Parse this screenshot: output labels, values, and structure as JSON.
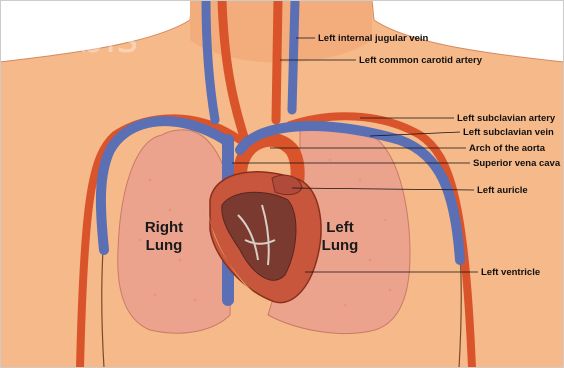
{
  "watermark": "corbis",
  "lungs": {
    "right": [
      "Right",
      "Lung"
    ],
    "left": [
      "Left",
      "Lung"
    ]
  },
  "labels": {
    "left_internal_jugular_vein": "Left internal jugular vein",
    "left_common_carotid_artery": "Left common carotid artery",
    "left_subclavian_artery": "Left subclavian artery",
    "left_subclavian_vein": "Left subclavian vein",
    "arch_of_aorta": "Arch of the aorta",
    "superior_vena_cava": "Superior vena cava",
    "left_auricle": "Left auricle",
    "left_ventricle": "Left ventricle"
  },
  "colors": {
    "skin": "#f6b98a",
    "lung": "#eba38e",
    "artery": "#d9542b",
    "vein": "#5a6fb4",
    "heart": "#c8563d"
  }
}
